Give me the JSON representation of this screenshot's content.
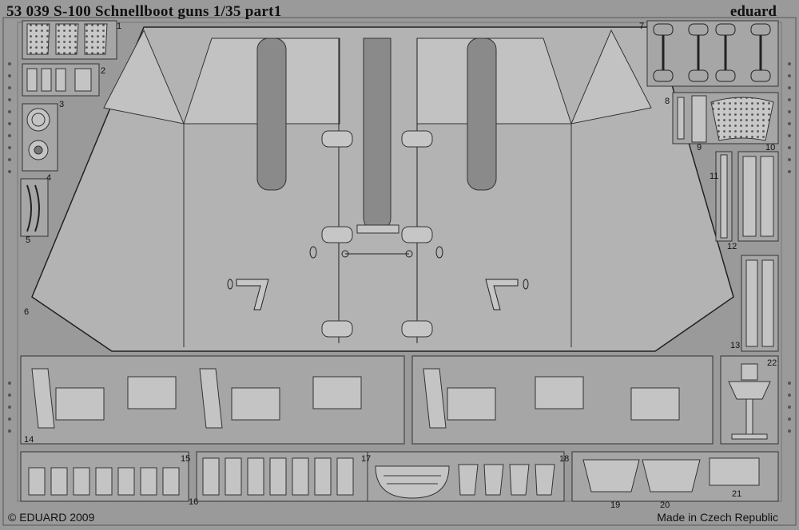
{
  "sheet": {
    "title": "53 039  S-100 Schnellboot guns 1/35   part1",
    "brand": "eduard",
    "copyright": "© EDUARD 2009",
    "origin": "Made in Czech Republic"
  },
  "part_numbers": [
    "1",
    "2",
    "3",
    "4",
    "5",
    "6",
    "7",
    "8",
    "9",
    "10",
    "11",
    "12",
    "13",
    "14",
    "15",
    "16",
    "17",
    "18",
    "19",
    "20",
    "21",
    "22"
  ],
  "colors": {
    "fret_background": "#9a9a9a",
    "part_fill": "#b9b9b9",
    "part_shade": "#8c8c8c",
    "outline": "#2a2a2a",
    "highlight": "#e8e8e8"
  }
}
